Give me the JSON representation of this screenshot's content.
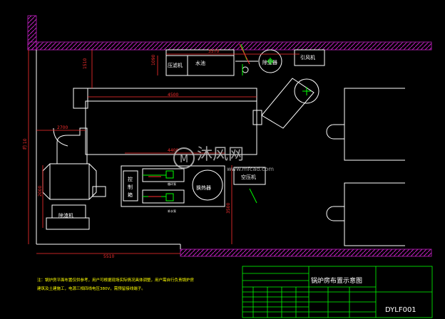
{
  "drawing": {
    "title": "锅炉房布置示意图",
    "drawing_code": "DYLF001",
    "labels": {
      "yafengji": "压滤机",
      "shuichi": "水池",
      "chuchengqi": "除尘器",
      "yinfengji": "引风机",
      "kongzhi": "控\n制\n箱",
      "huanreqi": "换热器",
      "kongyaji": "空压机",
      "chuzhaji": "除渣机",
      "pump_a": "循环泵",
      "pump_b": "补水泵"
    },
    "dimensions": {
      "top_span": "3570",
      "left_v1": "1510",
      "left_v2": "1090",
      "boiler_len": "4500",
      "left_h": "2700",
      "left_room": "约 10",
      "mid_h": "4400",
      "mid_v": "2000",
      "right_v": "3500",
      "left_low_v": "2000",
      "bottom_span": "5510"
    },
    "notes": [
      "注：锅炉房平面布置仅供参考，用户可根据现场实际情况具体调整，用户需自行负责锅炉房",
      "建筑及土建施工，电源三相四线电压380V，需预留接线端子。"
    ],
    "watermark": {
      "logo_text": "沐风网",
      "url": "www.mfcad.com"
    }
  }
}
